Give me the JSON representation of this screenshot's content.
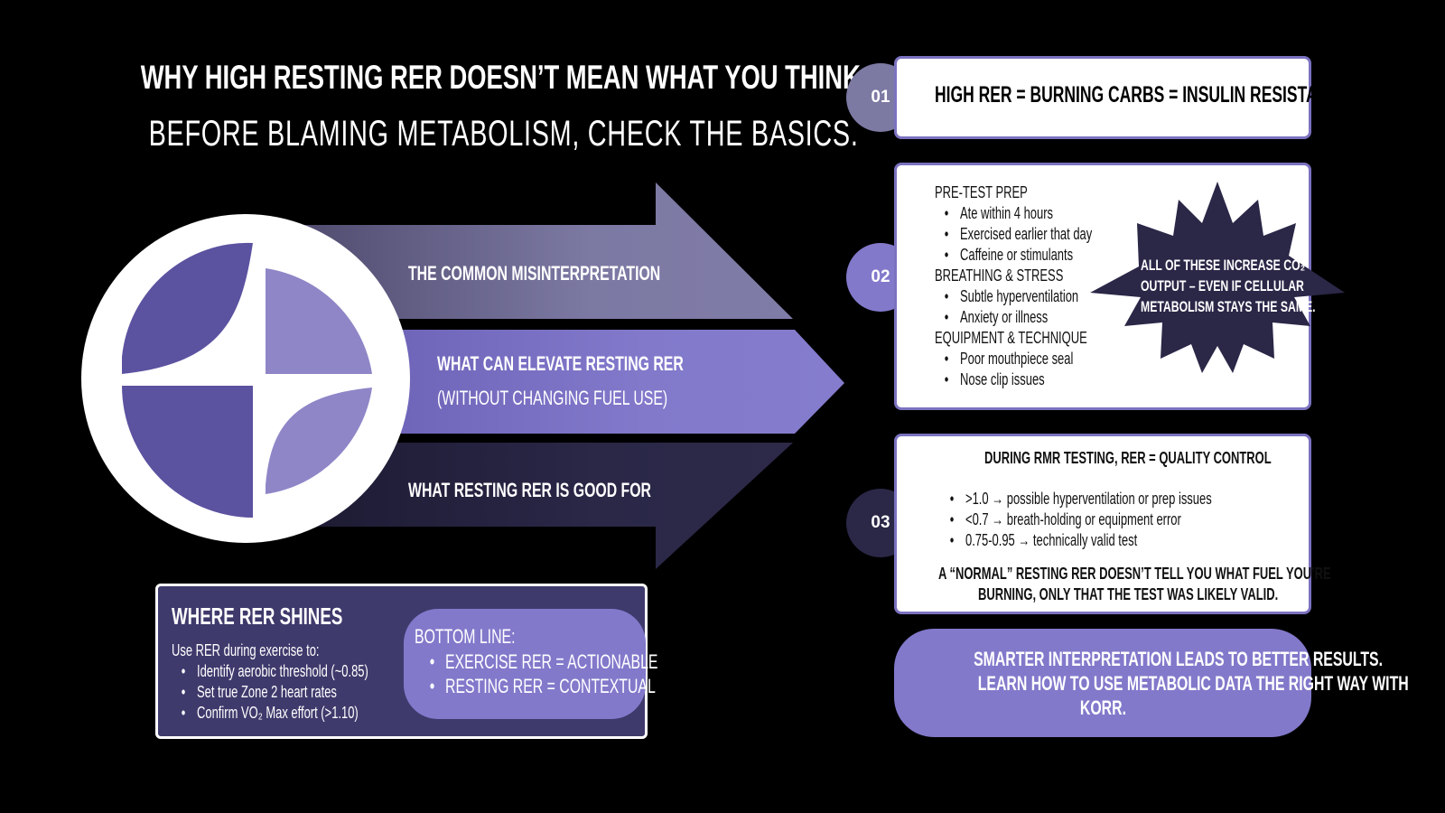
{
  "header": {
    "title": "WHY HIGH RESTING RER DOESN’T MEAN WHAT YOU THINK",
    "subtitle": "BEFORE BLAMING METABOLISM, CHECK THE BASICS."
  },
  "arrows": [
    {
      "label": "THE COMMON MISINTERPRETATION",
      "sub": ""
    },
    {
      "label": "WHAT CAN ELEVATE RESTING RER",
      "sub": "(WITHOUT CHANGING FUEL USE)"
    },
    {
      "label": "WHAT RESTING RER IS GOOD FOR",
      "sub": ""
    }
  ],
  "steps": [
    {
      "number": "01",
      "color": "#7c79a3",
      "text": "HIGH RER = BURNING CARBS = INSULIN RESISTANCE"
    },
    {
      "number": "02",
      "color": "#8279cb",
      "groups": [
        {
          "heading": "PRE-TEST PREP",
          "items": [
            "Ate within 4 hours",
            "Exercised earlier that day",
            "Caffeine or stimulants"
          ]
        },
        {
          "heading": "BREATHING & STRESS",
          "items": [
            "Subtle hyperventilation",
            "Anxiety or illness"
          ]
        },
        {
          "heading": "EQUIPMENT & TECHNIQUE",
          "items": [
            "Poor mouthpiece seal",
            "Nose clip issues"
          ]
        }
      ],
      "callout": [
        "ALL OF THESE INCREASE CO₂",
        "OUTPUT – EVEN IF CELLULAR",
        "METABOLISM STAYS THE SAME."
      ]
    },
    {
      "number": "03",
      "color": "#2a2747",
      "heading": "DURING RMR TESTING, RER = QUALITY CONTROL",
      "items": [
        ">1.0 → possible hyperventilation or prep issues",
        "<0.7 → breath-holding or equipment error",
        "0.75-0.95 → technically valid test"
      ],
      "footer": [
        "A “NORMAL” RESTING RER DOESN’T TELL YOU WHAT FUEL YOU’RE",
        "BURNING, ONLY THAT THE TEST WAS LIKELY VALID."
      ]
    }
  ],
  "shines": {
    "title": "WHERE RER SHINES",
    "intro": "Use RER during exercise to:",
    "items": [
      "Identify aerobic threshold (~0.85)",
      "Set true Zone 2 heart rates",
      "Confirm VO₂ Max effort (>1.10)"
    ],
    "bottom_line_title": "BOTTOM LINE:",
    "bottom_line_items": [
      "EXERCISE RER = ACTIONABLE",
      "RESTING RER = CONTEXTUAL"
    ]
  },
  "cta": {
    "lines": [
      "SMARTER INTERPRETATION LEADS TO BETTER RESULTS.",
      "LEARN HOW TO USE METABOLIC DATA THE RIGHT WAY WITH",
      "KORR."
    ]
  },
  "colors": {
    "arrow1": "#7c79a3",
    "arrow2": "#8279cb",
    "arrow3": "#2a2747",
    "logo_dark": "#5b52a0",
    "logo_light": "#8e86c7",
    "card_border": "#7b72c0"
  }
}
